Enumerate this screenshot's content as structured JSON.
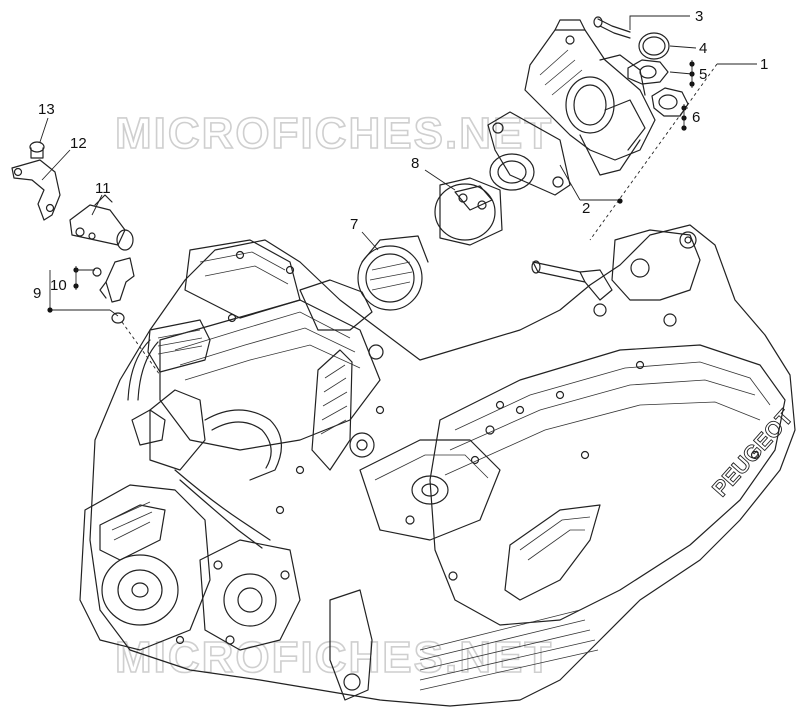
{
  "watermark": {
    "text": "MICROFICHES.NET"
  },
  "brand_mark": {
    "text": "PEUGEOT"
  },
  "callouts": [
    {
      "id": "1",
      "label": "1"
    },
    {
      "id": "2",
      "label": "2"
    },
    {
      "id": "3",
      "label": "3"
    },
    {
      "id": "4",
      "label": "4"
    },
    {
      "id": "5",
      "label": "5"
    },
    {
      "id": "6",
      "label": "6"
    },
    {
      "id": "7",
      "label": "7"
    },
    {
      "id": "8",
      "label": "8"
    },
    {
      "id": "9",
      "label": "9"
    },
    {
      "id": "10",
      "label": "10"
    },
    {
      "id": "11",
      "label": "11"
    },
    {
      "id": "12",
      "label": "12"
    },
    {
      "id": "13",
      "label": "13"
    }
  ]
}
